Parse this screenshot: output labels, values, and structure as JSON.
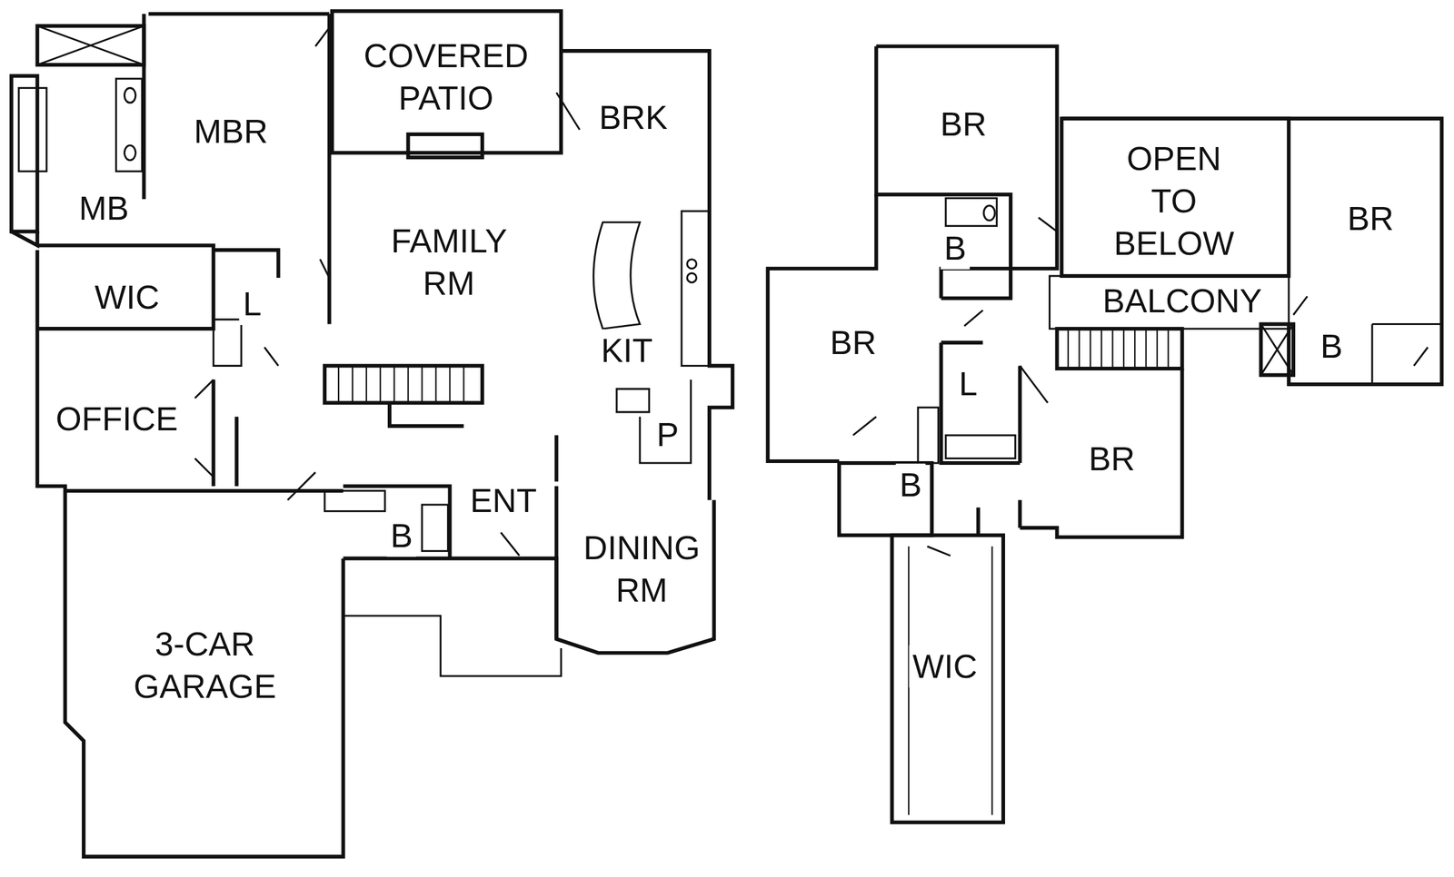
{
  "diagram": {
    "labels": [
      "COVERED PATIO",
      "MBR",
      "BRK",
      "MB",
      "FAMILY RM",
      "WIC",
      "L",
      "KIT",
      "OFFICE",
      "P",
      "ENT",
      "B",
      "DINING RM",
      "3-CAR GARAGE",
      "BR",
      "OPEN TO BELOW",
      "BR",
      "B",
      "BALCONY",
      "BR",
      "B",
      "L",
      "BR",
      "B",
      "WIC"
    ]
  }
}
